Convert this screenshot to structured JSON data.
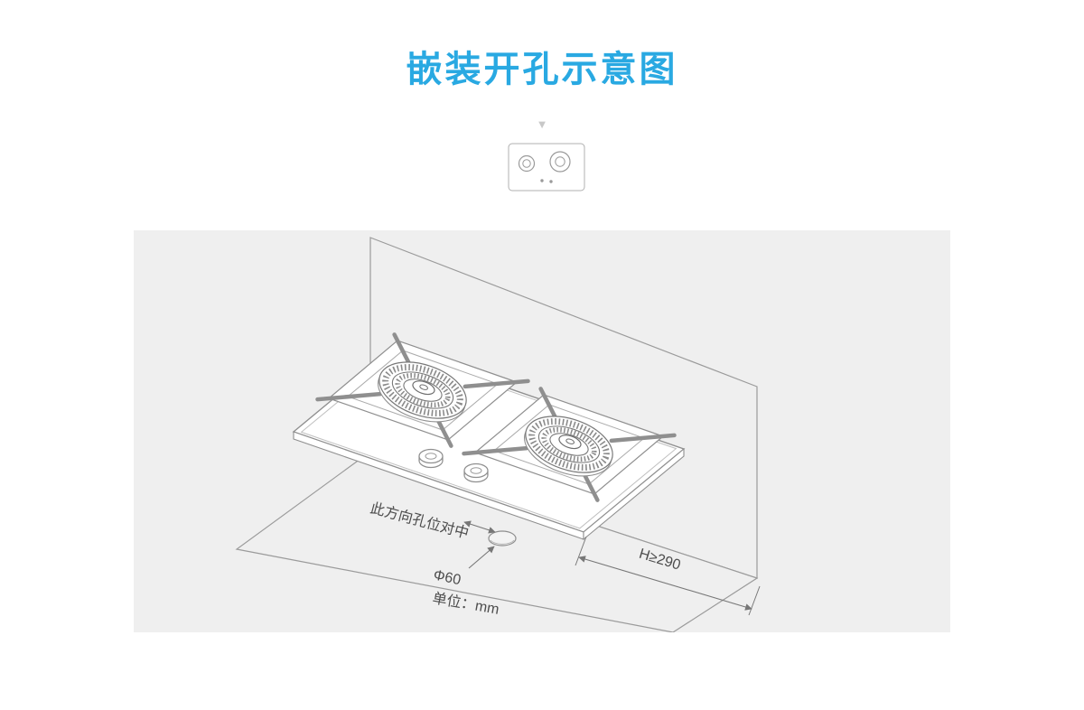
{
  "page": {
    "title": "嵌装开孔示意图"
  },
  "indicator": {
    "glyph": "▼"
  },
  "diagram": {
    "note_direction": "此方向孔位对中",
    "hole_label": "Φ60",
    "unit_label": "单位：mm",
    "clearance_label": "H≥290"
  },
  "colors": {
    "title_blue": "#29A9E2",
    "panel_gray": "#EFEFEF",
    "line_gray": "#8F8F8F",
    "text_gray": "#4D4D4D"
  }
}
